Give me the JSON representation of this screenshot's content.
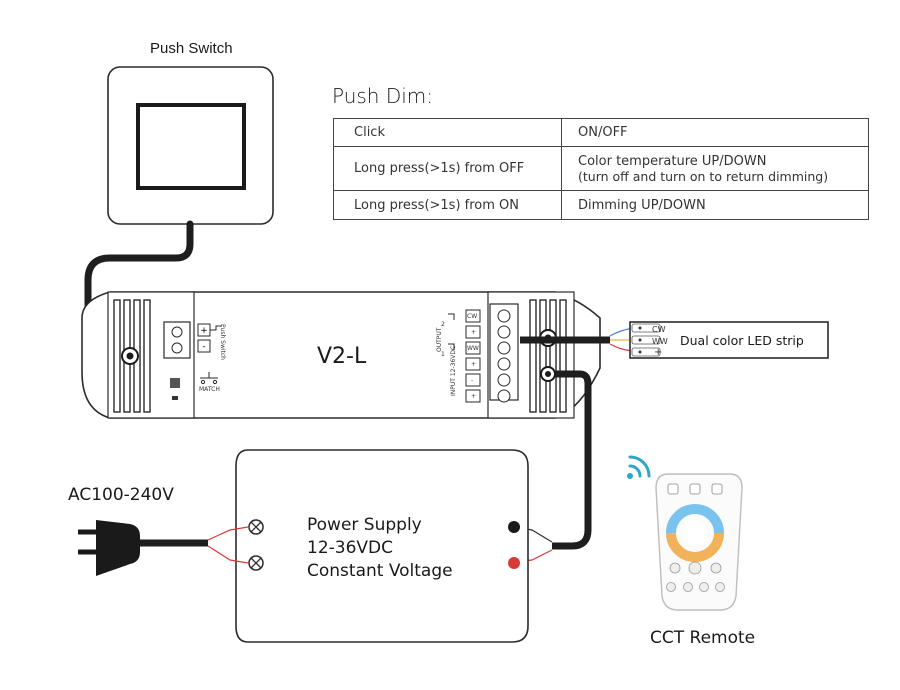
{
  "push_switch": {
    "title": "Push Switch"
  },
  "push_dim": {
    "title": "Push Dim:",
    "rows": [
      {
        "action": "Click",
        "result": "ON/OFF",
        "note": ""
      },
      {
        "action": "Long press(>1s) from OFF",
        "result": "Color temperature UP/DOWN",
        "note": "(turn off and turn on to return dimming)"
      },
      {
        "action": "Long press(>1s) from ON",
        "result": "Dimming UP/DOWN",
        "note": ""
      }
    ]
  },
  "controller": {
    "model": "V2-L",
    "switch_label": "Push Switch",
    "match_label": "MATCH",
    "output_label": "OUTPUT",
    "input_label": "INPUT 12-36VDC",
    "terminals": [
      "CW",
      "+",
      "WW",
      "+",
      "-",
      "+"
    ],
    "channel_numbers": [
      "2",
      "1"
    ]
  },
  "led_strip": {
    "label": "Dual color LED strip",
    "pins": [
      "CW",
      "WW",
      "+"
    ]
  },
  "power_supply": {
    "lines": [
      "Power Supply",
      "12-36VDC",
      "Constant Voltage"
    ]
  },
  "mains": {
    "label": "AC100-240V"
  },
  "remote": {
    "label": "CCT Remote"
  },
  "colors": {
    "line": "#2b2b2b",
    "cable": "#1e1e1e",
    "wire_red": "#d83a3a",
    "wire_yellow": "#e8b830",
    "wire_blue": "#4a80d8",
    "warm": "#f2b25a",
    "cool": "#7ac3ee"
  }
}
